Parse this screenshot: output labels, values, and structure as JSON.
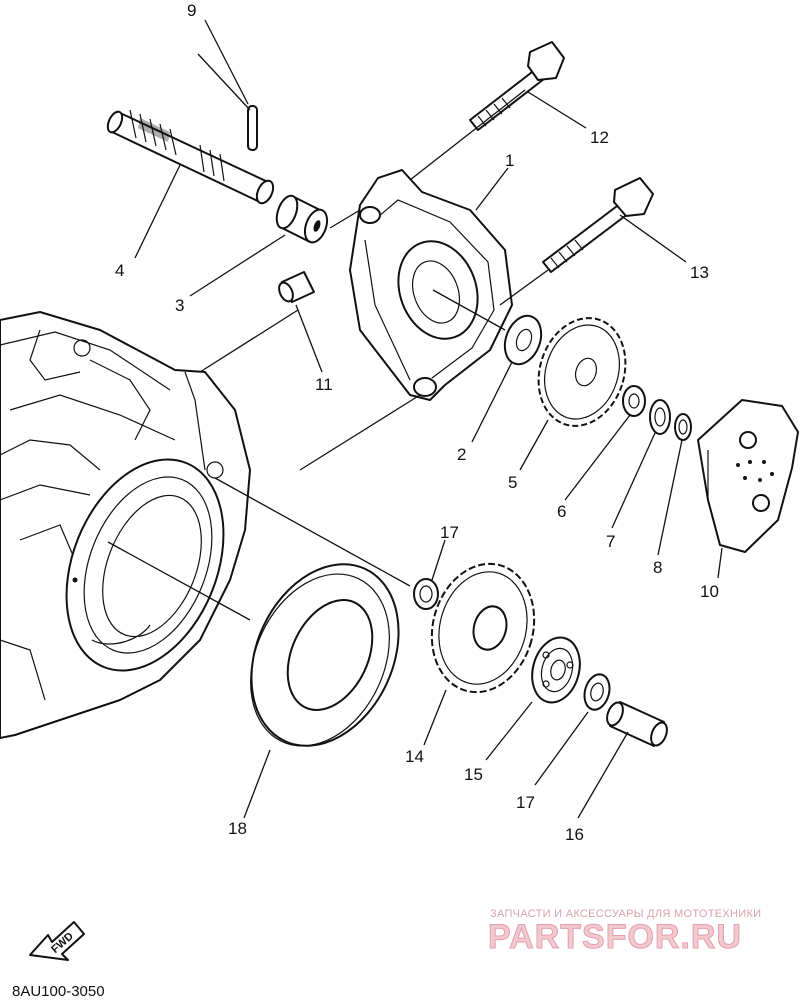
{
  "diagram_code": "8AU100-3050",
  "fwd_label": "FWD",
  "watermark": {
    "top": "ЗАПЧАСТИ И АКСЕССУАРЫ ДЛЯ МОТОТЕХНИКИ",
    "main": "PARTSFOR.RU"
  },
  "callouts": {
    "c1": "1",
    "c2": "2",
    "c3": "3",
    "c4": "4",
    "c5": "5",
    "c6": "6",
    "c7": "7",
    "c8": "8",
    "c9": "9",
    "c10": "10",
    "c11": "11",
    "c12": "12",
    "c13": "13",
    "c14": "14",
    "c15": "15",
    "c16": "16",
    "c17a": "17",
    "c17b": "17",
    "c18": "18"
  }
}
